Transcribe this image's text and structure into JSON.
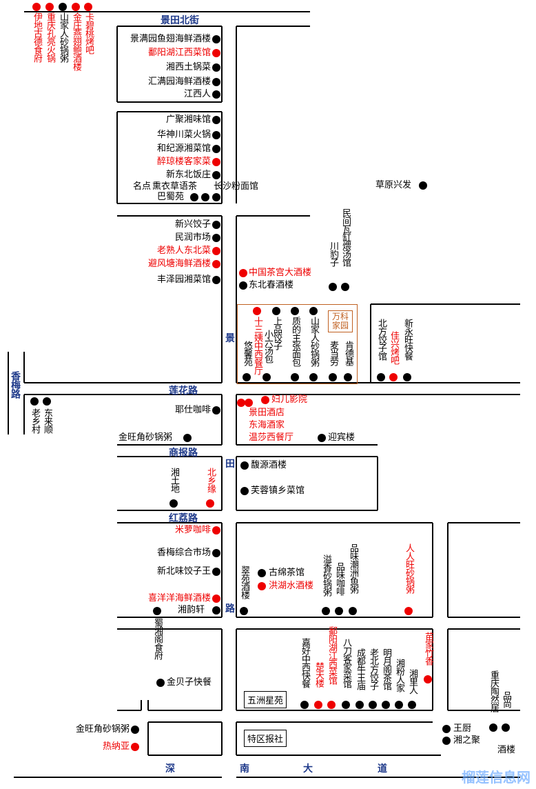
{
  "streets": {
    "jingtian_north": "景田北街",
    "lianhua": "莲花路",
    "shangbao": "商报路",
    "honglizhi": "红荔路",
    "xiangmei": "香梅路",
    "jingtian": [
      "景",
      "田",
      "路"
    ],
    "shennan": [
      "深",
      "南",
      "大",
      "道"
    ]
  },
  "places": {
    "yide": "伊地古德食府",
    "chongqing": "重庆孔亮火锅",
    "shanjia": "山家人砂锅粥",
    "jinzhuang": "金庄燕翅鲍酒楼",
    "kabi": "卡碧桃烤吧",
    "jingmanyuan": "景满园鱼翅海鲜酒楼",
    "poyanghu1": "鄱阳湖江西菜馆",
    "xiangxitu": "湘西土锅菜",
    "huimanyuan": "汇满园海鲜酒楼",
    "jiangxiren": "江西人",
    "guangju": "广聚湘味馆",
    "huashen": "华神川菜火锅",
    "hejiyuan": "和纪源湘菜馆",
    "zuiqiong": "醉琼楼客家菜",
    "xindongbei": "新东北饭庄",
    "mingdian": "名点",
    "xunyi": "熏衣草语茶",
    "changsha": "长沙粉面馆",
    "bashu": "巴蜀苑",
    "caoyuan": "草原兴发",
    "xinxing": "新兴饺子",
    "minrun": "民润市场",
    "laoshu": "老熟人东北菜",
    "bifengtang": "避风塘海鲜酒楼",
    "fengze": "丰泽园湘菜馆",
    "minjian": "民间瓦缸煨汤馆",
    "chuanbao": "川豹子",
    "zhongguo": "中国茶宫大酒楼",
    "dongbeichun": "东北春酒楼",
    "shisanyi": "十三姨中西餐厅",
    "shangpin": "上品饺子",
    "xiaoliu": "小六汤包",
    "zhide": "质的主张面包",
    "shanjia2": "山家人砂锅粥",
    "youxin": "悠馨苑",
    "maidanglao": "麦当劳",
    "kendeji": "肯德基",
    "vanke": "万科家园",
    "beifang": "北方饺子馆",
    "jiaxing": "佳兴烤吧",
    "xinyongwang": "新永旺快餐",
    "laoxiang": "老乡村",
    "donglai": "东来顺",
    "yeshi": "耶仕咖啡",
    "jinwang1": "金旺角砂锅粥",
    "fuer": "妇儿影院",
    "jingtian_hotel": "景田酒店",
    "donghai": "东海酒家",
    "wensha": "温莎西餐厅",
    "yingbin": "迎宾楼",
    "fuyuan": "馥源酒楼",
    "furong": "芙蓉镇乡菜馆",
    "xiangtudi": "湘土地",
    "beixiang": "北乡缘",
    "miluo": "米萝咖啡",
    "xiangmei_market": "香梅综合市场",
    "xinbeiwei": "新北味饺子王",
    "xiyangyang": "喜洋洋海鲜酒楼",
    "xiangyun": "湘韵轩",
    "shuxiang": "蜀湘阁食府",
    "cuiyuan": "翠苑酒楼",
    "gumian": "古绵茶馆",
    "honghu": "洪湖水酒楼",
    "yixiang": "溢香砂锅粥",
    "pinwei_cafe": "品味咖啡",
    "pinwei_chaozhou": "品味潮洲鱼粥",
    "renrenwang": "人人旺砂锅粥",
    "miaojia": "苗家竹香",
    "jiahao": "嘉好中西快餐",
    "chutian": "楚天楼",
    "poyanghu2": "鄱阳湖江西菜馆",
    "badao": "八刀客家菜馆",
    "chengdu": "成都牛王庙",
    "laobei": "老北方饺子",
    "mingyue": "明月阁茶馆",
    "xiangfen": "湘粉人家",
    "xiangli": "湘里人",
    "chongqing_taoran": "重庆陶然居",
    "pinshang": "品尚",
    "jinbeizi": "金贝子快餐",
    "wuzhou": "五洲星苑",
    "jinwang2": "金旺角砂锅粥",
    "renaya": "热纳亚",
    "tequ": "特区报社",
    "wangchu": "王厨",
    "xiangzhiju": "湘之聚",
    "jiulou": "酒楼"
  },
  "watermark": "榴莲信息网"
}
